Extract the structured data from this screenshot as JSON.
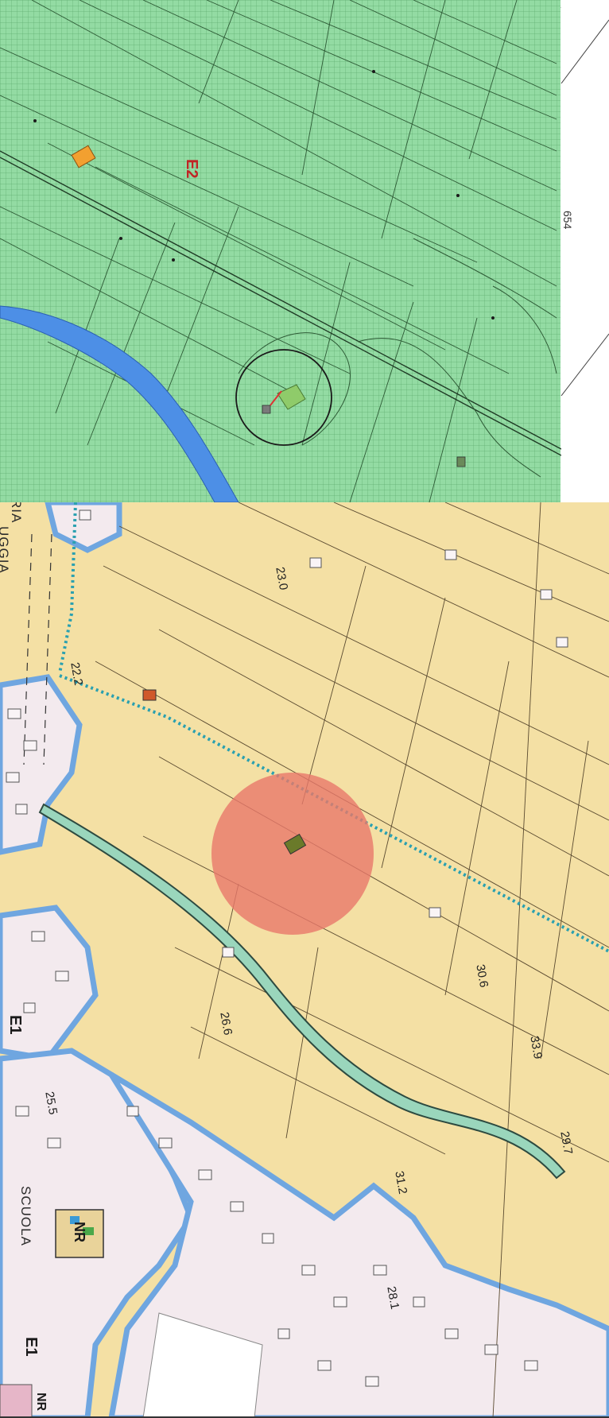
{
  "top_map": {
    "zone_label": "E2",
    "sheet_number": "654",
    "colors": {
      "background": "#8fd9a0",
      "grid": "#5fae6f",
      "river": "#4f8fe0",
      "building_orange": "#f0a030",
      "building_green": "#8cc86a"
    }
  },
  "bottom_map": {
    "zone_labels": [
      {
        "id": "e1-left",
        "text": "E1"
      },
      {
        "id": "e1-bottom",
        "text": "E1"
      },
      {
        "id": "nr-center",
        "text": "NR"
      },
      {
        "id": "nr-bottom",
        "text": "NR"
      }
    ],
    "street_labels": [
      {
        "id": "street-ria",
        "text": "RIA"
      },
      {
        "id": "street-uggia",
        "text": "UGGIA"
      },
      {
        "id": "street-scuola",
        "text": "SCUOLA"
      }
    ],
    "elevations": [
      {
        "id": "elev-23-0",
        "text": "23.0"
      },
      {
        "id": "elev-22-2",
        "text": "22.2"
      },
      {
        "id": "elev-30-6",
        "text": "30.6"
      },
      {
        "id": "elev-33-9",
        "text": "33.9"
      },
      {
        "id": "elev-26-6",
        "text": "26.6"
      },
      {
        "id": "elev-25-5",
        "text": "25.5"
      },
      {
        "id": "elev-29-7",
        "text": "29.7"
      },
      {
        "id": "elev-31-2",
        "text": "31.2"
      },
      {
        "id": "elev-28-1",
        "text": "28.1"
      }
    ],
    "colors": {
      "background": "#f3dfa2",
      "urban": "#f4ecef",
      "boundary": "#6fa6e0",
      "river_corridor": "#9ad6bc",
      "buffer_circle": "#e8786a",
      "dotted_boundary": "#2aa0b0"
    }
  }
}
